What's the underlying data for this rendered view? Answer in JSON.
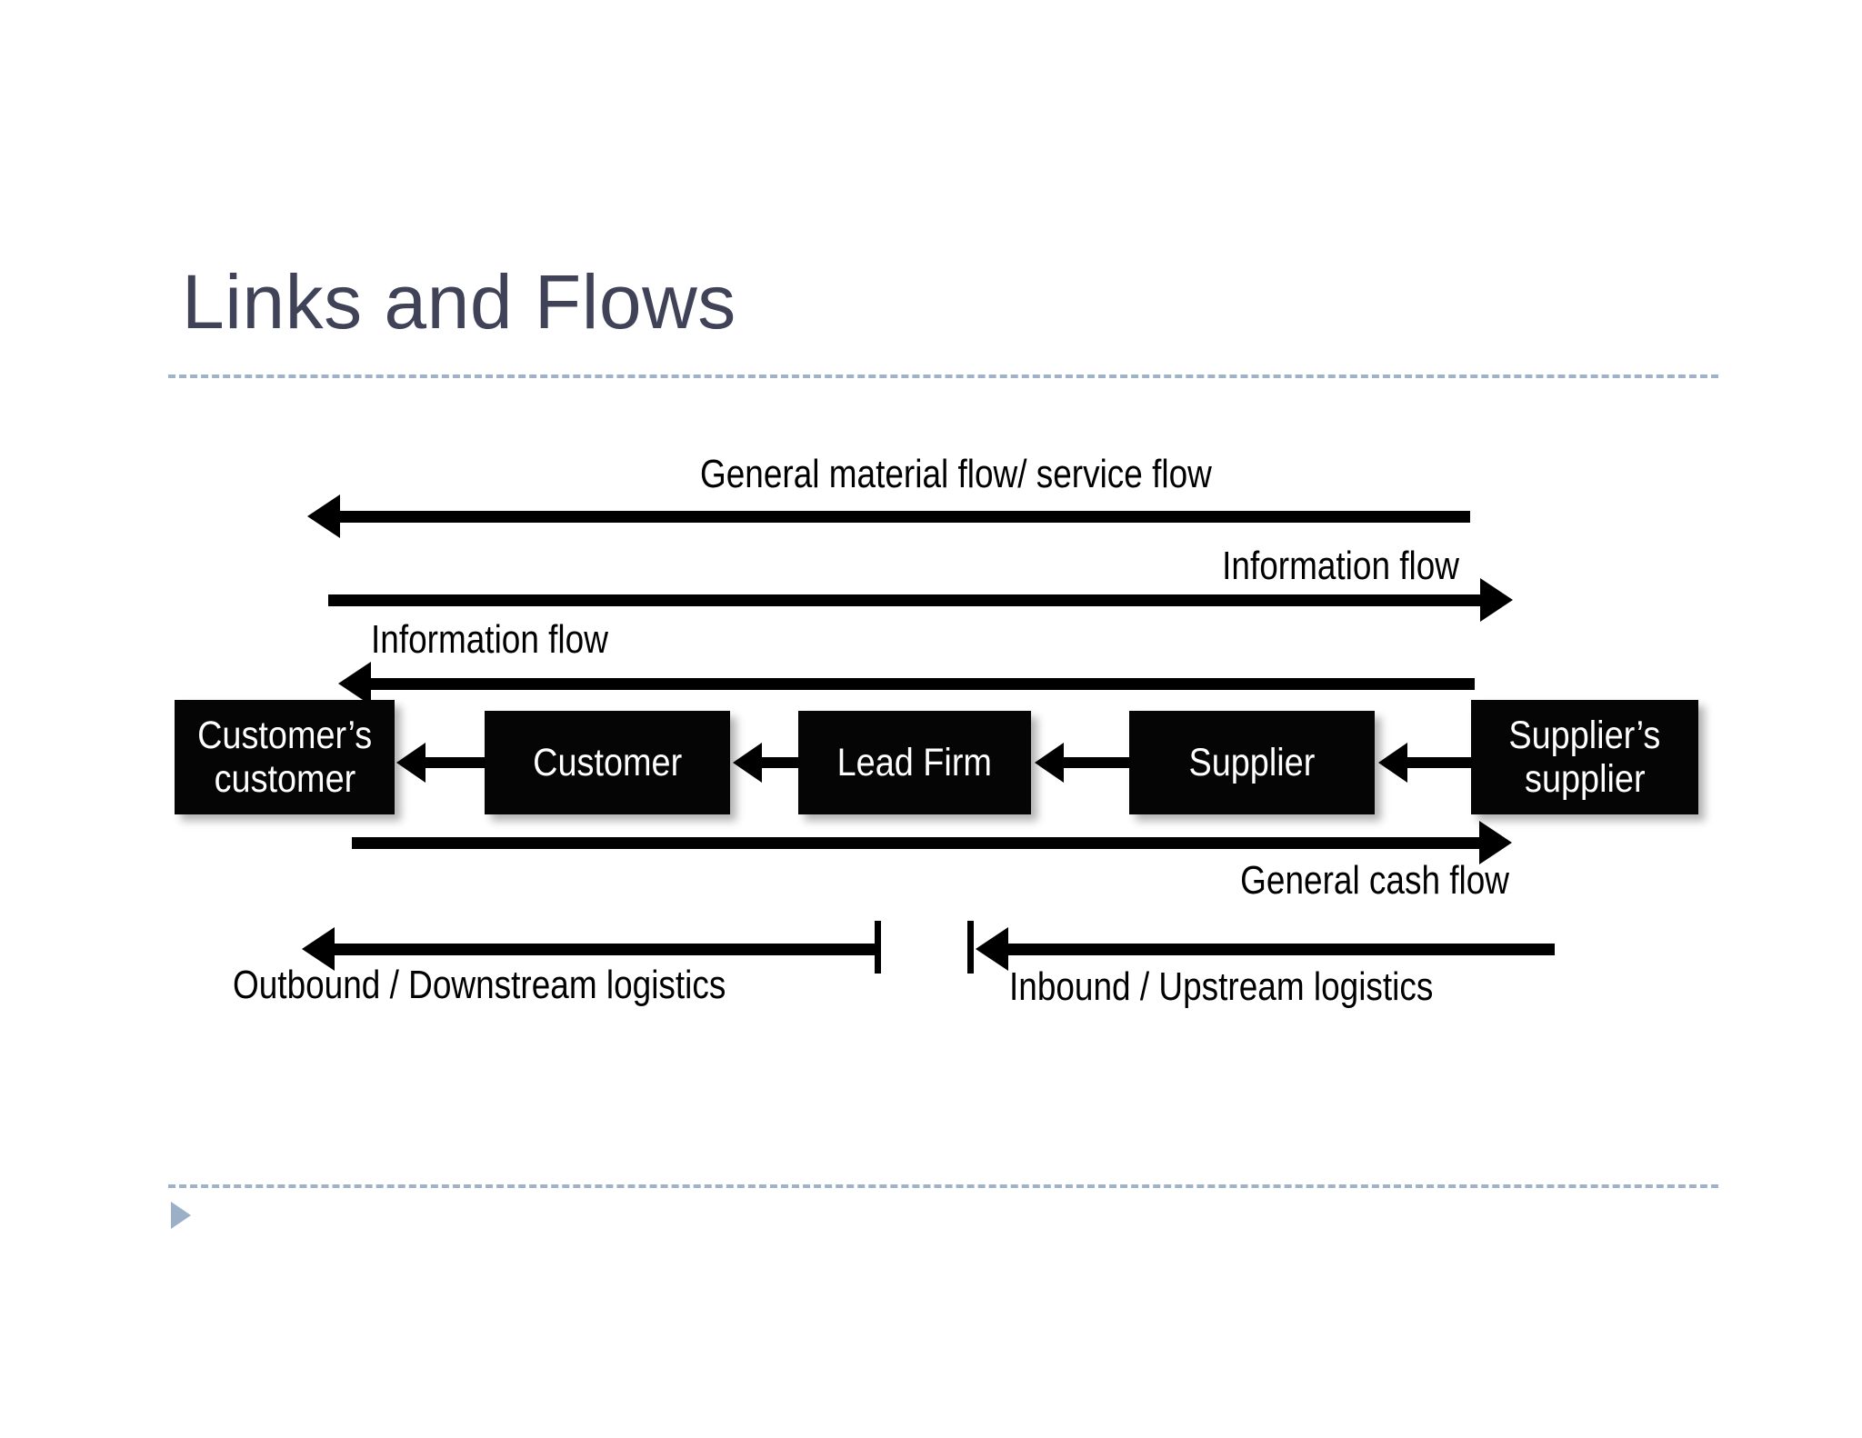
{
  "slide": {
    "title": "Links and Flows",
    "title_color": "#404258",
    "rule_color": "#9FB2C7",
    "accent_triangle_color": "#9BB0C6",
    "background": "#ffffff"
  },
  "diagram": {
    "name": "supply-chain-links-and-flows",
    "box_fill": "#050505",
    "box_text_color": "#ffffff",
    "arrow_color": "#000000",
    "entities": [
      {
        "id": "customers-customer",
        "label": "Customer’s\ncustomer",
        "line1": "Customer’s",
        "line2": "customer"
      },
      {
        "id": "customer",
        "label": "Customer",
        "line1": "Customer",
        "line2": ""
      },
      {
        "id": "lead-firm",
        "label": "Lead Firm",
        "line1": "Lead Firm",
        "line2": ""
      },
      {
        "id": "supplier",
        "label": "Supplier",
        "line1": "Supplier",
        "line2": ""
      },
      {
        "id": "suppliers-supplier",
        "label": "Supplier’s\nsupplier",
        "line1": "Supplier’s",
        "line2": "supplier"
      }
    ],
    "flows": [
      {
        "id": "material-service-flow",
        "label": "General material flow/ service flow",
        "direction": "left"
      },
      {
        "id": "information-flow-upstream",
        "label": "Information flow",
        "direction": "right"
      },
      {
        "id": "information-flow-downstream",
        "label": "Information flow",
        "direction": "left"
      },
      {
        "id": "cash-flow",
        "label": "General cash flow",
        "direction": "right"
      },
      {
        "id": "outbound-logistics",
        "label": "Outbound / Downstream logistics",
        "direction": "left"
      },
      {
        "id": "inbound-logistics",
        "label": "Inbound / Upstream logistics",
        "direction": "left"
      }
    ]
  }
}
